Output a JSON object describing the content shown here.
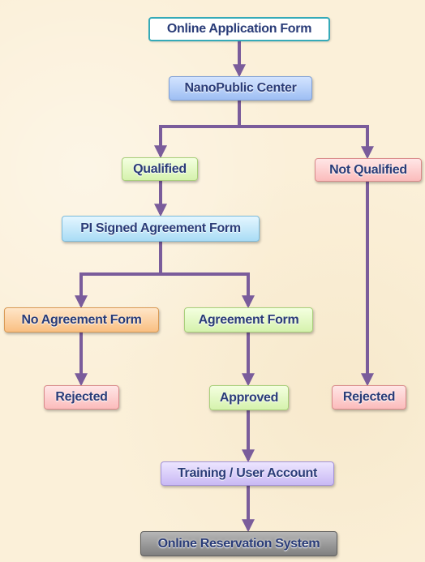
{
  "nodes": {
    "online_application_form": "Online Application Form",
    "nanopublic_center": "NanoPublic Center",
    "qualified": "Qualified",
    "not_qualified": "Not Qualified",
    "pi_signed_agreement_form": "PI Signed Agreement Form",
    "no_agreement_form": "No Agreement Form",
    "agreement_form": "Agreement Form",
    "rejected_no_agreement": "Rejected",
    "approved": "Approved",
    "rejected_not_qualified": "Rejected",
    "training_user_account": "Training / User Account",
    "online_reservation_system": "Online Reservation System"
  },
  "colors": {
    "connector": "#7a5c9b",
    "text": "#2a3c78",
    "background": "#fbf0d9"
  }
}
